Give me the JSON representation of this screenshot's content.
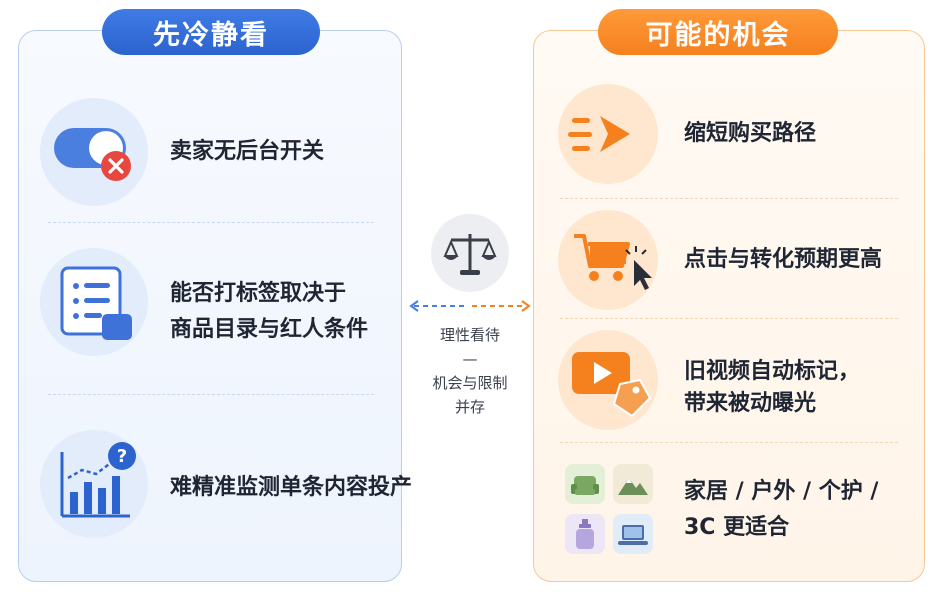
{
  "left": {
    "title": "先冷静看",
    "items": [
      {
        "line1": "卖家无后台开关",
        "line2": ""
      },
      {
        "line1": "能否打标签取决于",
        "line2": "商品目录与红人条件"
      },
      {
        "line1": "难精准监测单条内容投产",
        "line2": ""
      }
    ]
  },
  "right": {
    "title": "可能的机会",
    "items": [
      {
        "line1": "缩短购买路径",
        "line2": ""
      },
      {
        "line1": "点击与转化预期更高",
        "line2": ""
      },
      {
        "line1": "旧视频自动标记，",
        "line2": "带来被动曝光"
      },
      {
        "line1": "家居 / 户外 / 个护 /",
        "line2": "3C 更适合"
      }
    ]
  },
  "middle": {
    "line1": "理性看待",
    "line2": "—",
    "line3": "机会与限制",
    "line4": "并存"
  },
  "colors": {
    "blue": "#2d63cf",
    "orange": "#f5801e",
    "red": "#e8473f"
  }
}
